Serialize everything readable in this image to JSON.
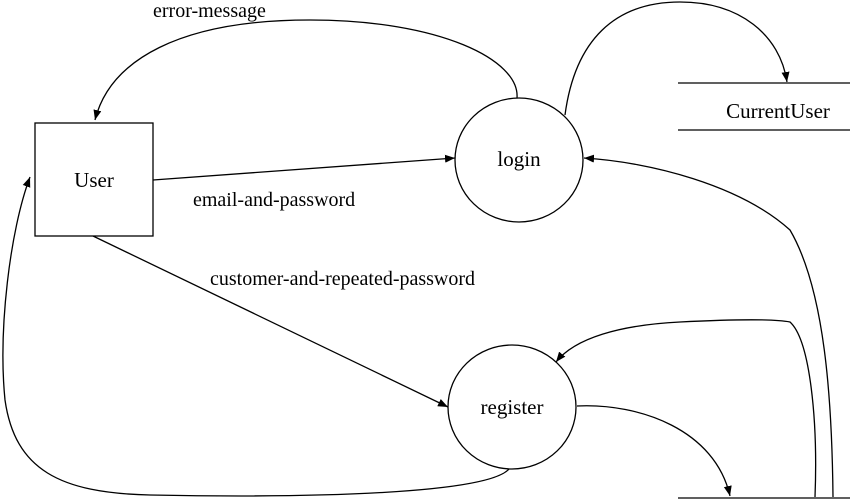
{
  "nodes": {
    "user": "User",
    "login": "login",
    "register": "register",
    "current_user": "CurrentUser"
  },
  "flows": {
    "error_message": "error-message",
    "email_and_password": "email-and-password",
    "customer_and_repeated_password": "customer-and-repeated-password"
  }
}
